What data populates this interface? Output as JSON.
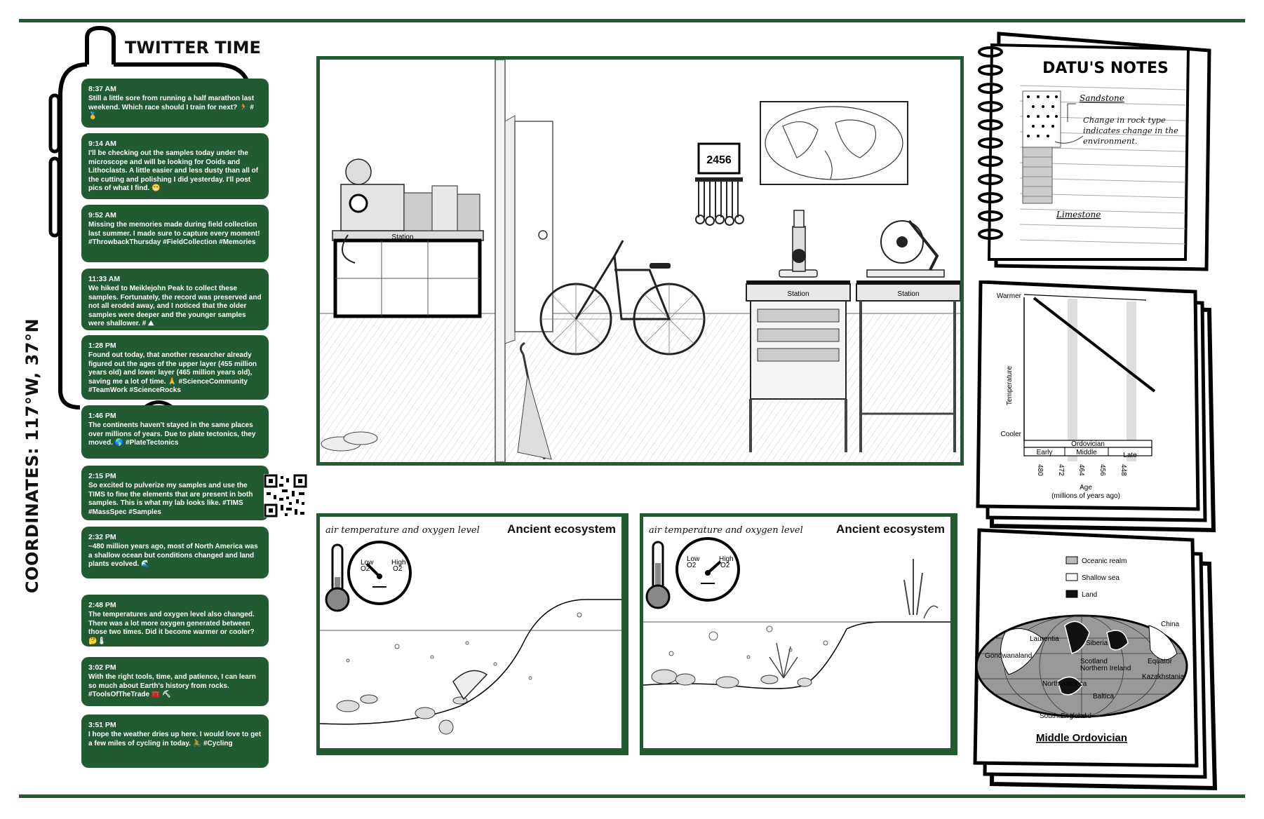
{
  "coordinates": "COORDINATES: 117°W, 37°N",
  "twitter_title": "TWITTER TIME",
  "tweets": [
    {
      "time": "8:37 AM",
      "text": "Still a little sore from running a half marathon last weekend. Which race should I train for next? 🏃 # 🥇"
    },
    {
      "time": "9:14 AM",
      "text": "I'll be checking out the samples today under the microscope and will be looking for Ooids and Lithoclasts. A little easier and less dusty than all of the cutting and polishing I did yesterday. I'll post pics of what I find. 😁"
    },
    {
      "time": "9:52 AM",
      "text": "Missing the memories made during field collection last summer. I made sure to capture every moment! #ThrowbackThursday #FieldCollection #Memories"
    },
    {
      "time": "11:33 AM",
      "text": "We hiked to Meiklejohn Peak to collect these samples. Fortunately, the record was preserved and not all eroded away, and I noticed that the older samples were deeper and the younger samples were shallower. # ⛰"
    },
    {
      "time": "1:28 PM",
      "text": "Found out today, that another researcher already figured out the ages of the upper layer (455 million years old) and lower layer (465 million years old), saving me a lot of time. 🙏 #ScienceCommunity #TeamWork #ScienceRocks"
    },
    {
      "time": "1:46 PM",
      "text": "The continents haven't stayed in the same places over millions of years. Due to plate tectonics, they moved. 🌎 #PlateTectonics"
    },
    {
      "time": "2:15 PM",
      "text": "So excited to pulverize my samples and use the TIMS to fine the elements that are present in both samples. This is what my lab looks like. #TIMS #MassSpec #Samples"
    },
    {
      "time": "2:32 PM",
      "text": "~480 million years ago, most of North America was a shallow ocean but conditions changed and land plants evolved. 🌊"
    },
    {
      "time": "2:48 PM",
      "text": "The temperatures and oxygen level also changed. There was a lot more oxygen generated between those two times. Did it become warmer or cooler? 🤔🌡"
    },
    {
      "time": "3:02 PM",
      "text": "With the right tools, time, and patience, I can learn so much about Earth's history from rocks. #ToolsOfTheTrade 🧰 ⛏"
    },
    {
      "time": "3:51 PM",
      "text": "I hope the weather dries up here. I would love to get a few miles of cycling in today. 🚴 #Cycling"
    }
  ],
  "lab": {
    "counter": "2456",
    "station_labels": [
      "Station",
      "Station",
      "Station"
    ]
  },
  "ecosystem_panels": [
    {
      "title": "Ancient ecosystem",
      "subtitle": "air temperature and oxygen level",
      "gauge_low": "Low O2",
      "gauge_high": "High O2",
      "thermo_level": 0.25
    },
    {
      "title": "Ancient ecosystem",
      "subtitle": "air temperature and oxygen level",
      "gauge_low": "Low O2",
      "gauge_high": "High O2",
      "thermo_level": 0.55
    }
  ],
  "notes": {
    "title": "DATU'S NOTES",
    "sandstone": "Sandstone",
    "limestone": "Limestone",
    "note": "Change in rock type indicates change in the environment."
  },
  "temp_chart": {
    "ytop": "Warmer",
    "ybottom": "Cooler",
    "ylabel": "Temperature",
    "period": "Ordovician",
    "epochs": [
      "Early",
      "Middle",
      "Late"
    ],
    "ticks": [
      "480",
      "472",
      "464",
      "456",
      "448"
    ],
    "xlabel": "Age",
    "xlabel2": "(millions of years ago)"
  },
  "map": {
    "legend": [
      "Oceanic realm",
      "Shallow sea",
      "Land"
    ],
    "title": "Middle Ordovician",
    "labels": [
      "China",
      "Laurentia",
      "Siberia",
      "Gondwanaland",
      "Scotland",
      "Northern Ireland",
      "Equator",
      "Kazakhstania",
      "North America",
      "Baltica",
      "Southern Ireland",
      "England"
    ]
  }
}
